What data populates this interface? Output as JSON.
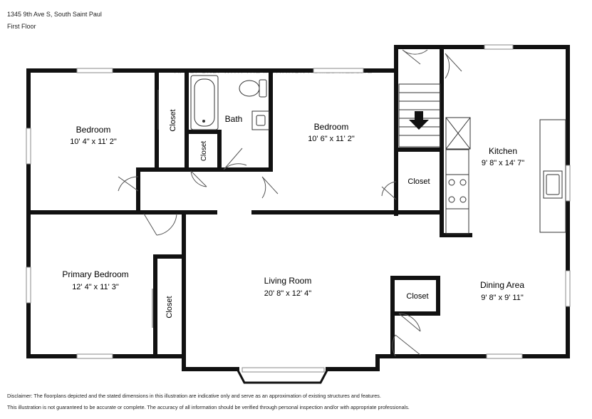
{
  "header": {
    "address": "1345 9th Ave S, South Saint Paul",
    "floor": "First Floor"
  },
  "watermark": "APPLY ONLY WITH THE INVITATION HOMES WEBSITE",
  "rooms": {
    "bedroom_left": {
      "name": "Bedroom",
      "dims": "10' 4\" x 11' 2\""
    },
    "bedroom_mid": {
      "name": "Bedroom",
      "dims": "10' 6\" x 11' 2\""
    },
    "bath": {
      "name": "Bath"
    },
    "kitchen": {
      "name": "Kitchen",
      "dims": "9' 8\" x 14' 7\""
    },
    "primary_bedroom": {
      "name": "Primary Bedroom",
      "dims": "12' 4\" x 11' 3\""
    },
    "living_room": {
      "name": "Living Room",
      "dims": "20' 8\" x 12' 4\""
    },
    "dining_area": {
      "name": "Dining Area",
      "dims": "9' 8\" x 9' 11\""
    }
  },
  "closets": {
    "bedroom_left": "Closet",
    "bath": "Closet",
    "kitchen": "Closet",
    "primary": "Closet",
    "living": "Closet"
  },
  "disclaimer": {
    "line1": "Disclaimer: The floorplans depicted and the stated dimensions in this illustration are indicative only and serve as an approximation of existing structures and features.",
    "line2": "This illustration is not guaranteed to be accurate or complete. The accuracy of all information should be verified through personal inspection and/or with appropriate professionals."
  }
}
